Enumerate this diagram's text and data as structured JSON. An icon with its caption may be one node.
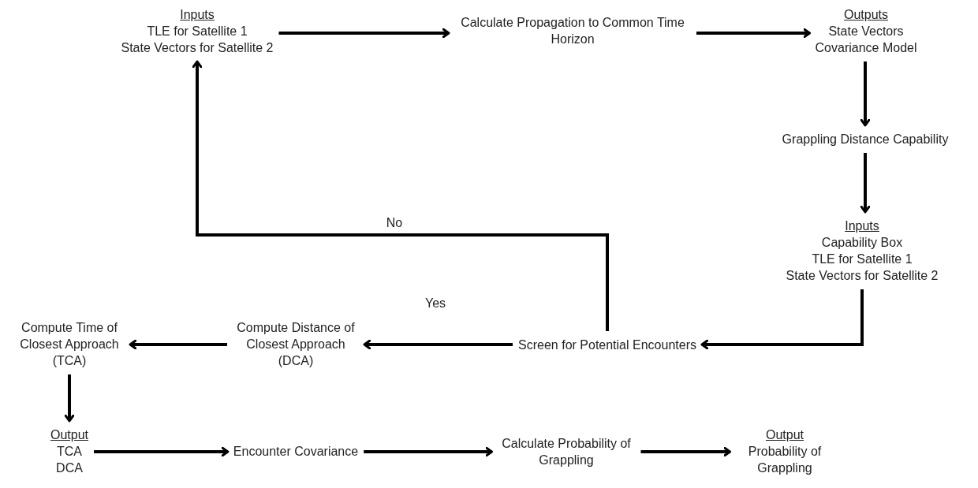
{
  "diagram": {
    "nodes": [
      {
        "text": [
          "Inputs",
          "TLE for Satellite 1",
          "State Vectors for Satellite 2"
        ]
      },
      {
        "text": [
          "Calculate Propagation to Common Time Horizon"
        ]
      },
      {
        "text": [
          "Outputs",
          "State Vectors",
          "Covariance Model"
        ]
      },
      {
        "text": [
          "Grappling Distance Capability"
        ]
      },
      {
        "text": [
          "Inputs",
          "Capability Box",
          "TLE for Satellite 1",
          "State Vectors for Satellite 2"
        ]
      },
      {
        "text": [
          "Screen for Potential Encounters"
        ]
      },
      {
        "text": [
          "Compute Distance of Closest Approach (DCA)"
        ]
      },
      {
        "text": [
          "Compute Time of Closest Approach (TCA)"
        ]
      },
      {
        "text": [
          "Output",
          "TCA",
          "DCA"
        ]
      },
      {
        "text": [
          "Encounter Covariance"
        ]
      },
      {
        "text": [
          "Calculate Probability of Grappling"
        ]
      },
      {
        "text": [
          "Output",
          "Probability of Grappling"
        ]
      }
    ],
    "edges": [
      {
        "from": 0,
        "to": 1,
        "arrow": "to"
      },
      {
        "from": 1,
        "to": 2,
        "arrow": "to"
      },
      {
        "from": 2,
        "to": 3,
        "arrow": "to"
      },
      {
        "from": 3,
        "to": 4,
        "arrow": "to"
      },
      {
        "from": 4,
        "to": 5,
        "arrow": "to"
      },
      {
        "from": 5,
        "to": 0,
        "arrow": "to",
        "label": "No"
      },
      {
        "from": 5,
        "to": 6,
        "arrow": "to",
        "label": "Yes"
      },
      {
        "from": 6,
        "to": 7,
        "arrow": "to"
      },
      {
        "from": 7,
        "to": 8,
        "arrow": "to"
      },
      {
        "from": 8,
        "to": 9,
        "arrow": "to"
      },
      {
        "from": 9,
        "to": 10,
        "arrow": "to"
      },
      {
        "from": 10,
        "to": 11,
        "arrow": "to"
      }
    ]
  }
}
